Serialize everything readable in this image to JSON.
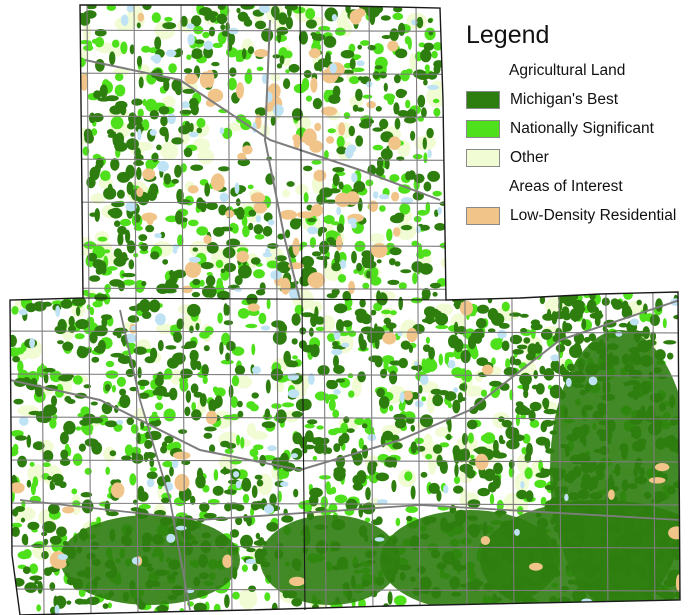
{
  "map": {
    "colors": {
      "michigans_best": "#2e7d0f",
      "nationally_significant": "#4ee01a",
      "other": "#f1fbd4",
      "low_density_residential": "#f1c589",
      "water": "#bfe3f4",
      "roads": "#7d7d7d",
      "boundary": "#1a1a1a"
    }
  },
  "legend": {
    "title": "Legend",
    "groups": [
      {
        "heading": "Agricultural Land",
        "items": [
          {
            "label": "Michigan's Best",
            "color": "#2e7d0f"
          },
          {
            "label": "Nationally Significant",
            "color": "#4ee01a"
          },
          {
            "label": "Other",
            "color": "#f1fbd4"
          }
        ]
      },
      {
        "heading": "Areas of Interest",
        "items": [
          {
            "label": "Low-Density Residential",
            "color": "#f1c589"
          }
        ]
      }
    ]
  }
}
